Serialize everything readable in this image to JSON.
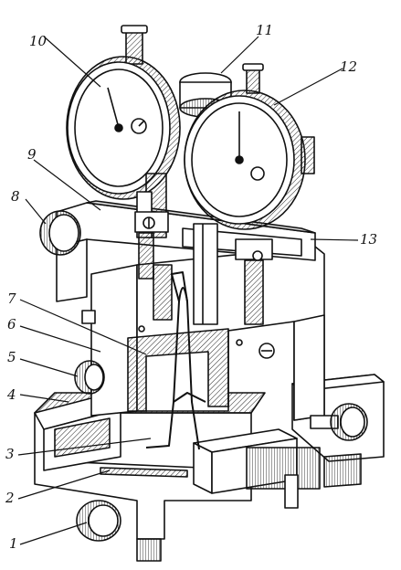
{
  "labels": {
    "l1": "1",
    "l2": "2",
    "l3": "3",
    "l4": "4",
    "l5": "5",
    "l6": "6",
    "l7": "7",
    "l8": "8",
    "l9": "9",
    "l10": "10",
    "l11": "11",
    "l12": "12",
    "l13": "13"
  },
  "colors": {
    "ink": "#111111",
    "paper": "#ffffff",
    "shade": "#bbbbbb"
  }
}
